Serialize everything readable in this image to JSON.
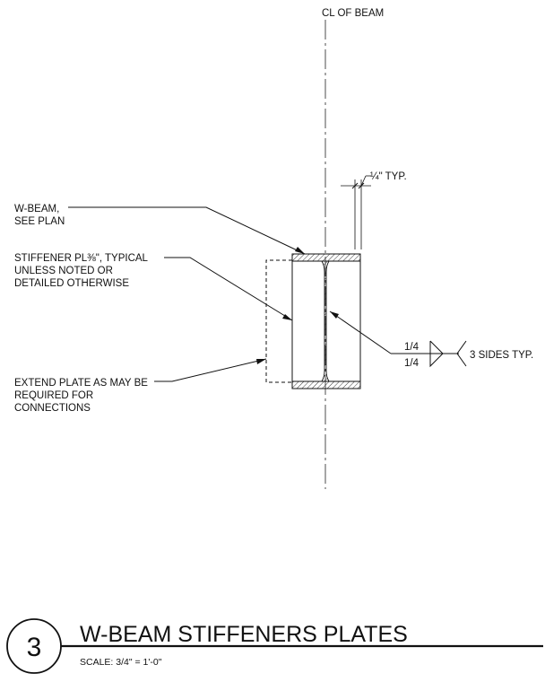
{
  "labels": {
    "cl_of_beam": "CL OF BEAM",
    "typ_dim": "¼\" TYP.",
    "w_beam_1": "W-BEAM,",
    "w_beam_2": "SEE PLAN",
    "stiffener_1": "STIFFENER PL⅜\", TYPICAL",
    "stiffener_2": "UNLESS NOTED OR",
    "stiffener_3": "DETAILED OTHERWISE",
    "extend_1": "EXTEND PLATE AS MAY BE",
    "extend_2": "REQUIRED FOR",
    "extend_3": "CONNECTIONS",
    "weld_top": "1/4",
    "weld_bottom": "1/4",
    "weld_note": "3 SIDES TYP."
  },
  "title_block": {
    "detail_number": "3",
    "title": "W-BEAM STIFFENERS PLATES",
    "scale": "SCALE: 3/4\" = 1'-0\""
  }
}
